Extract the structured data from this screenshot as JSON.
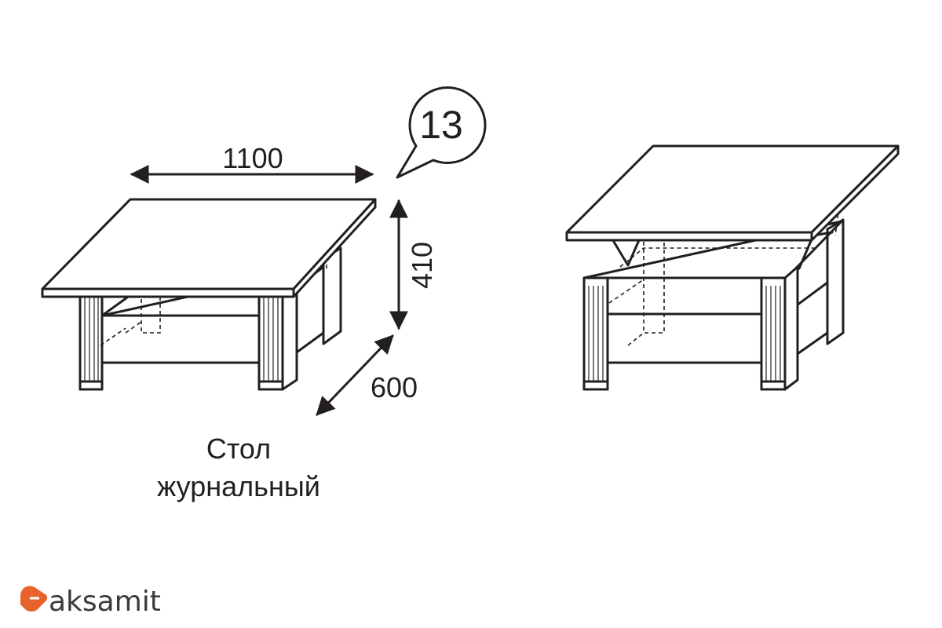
{
  "dimensions": {
    "width": "1100",
    "height": "410",
    "depth": "600"
  },
  "item_number": "13",
  "caption": {
    "line1": "Стол",
    "line2": "журнальный"
  },
  "brand": {
    "name": "aksamit",
    "color": "#e8632b"
  },
  "colors": {
    "line": "#231f20"
  }
}
